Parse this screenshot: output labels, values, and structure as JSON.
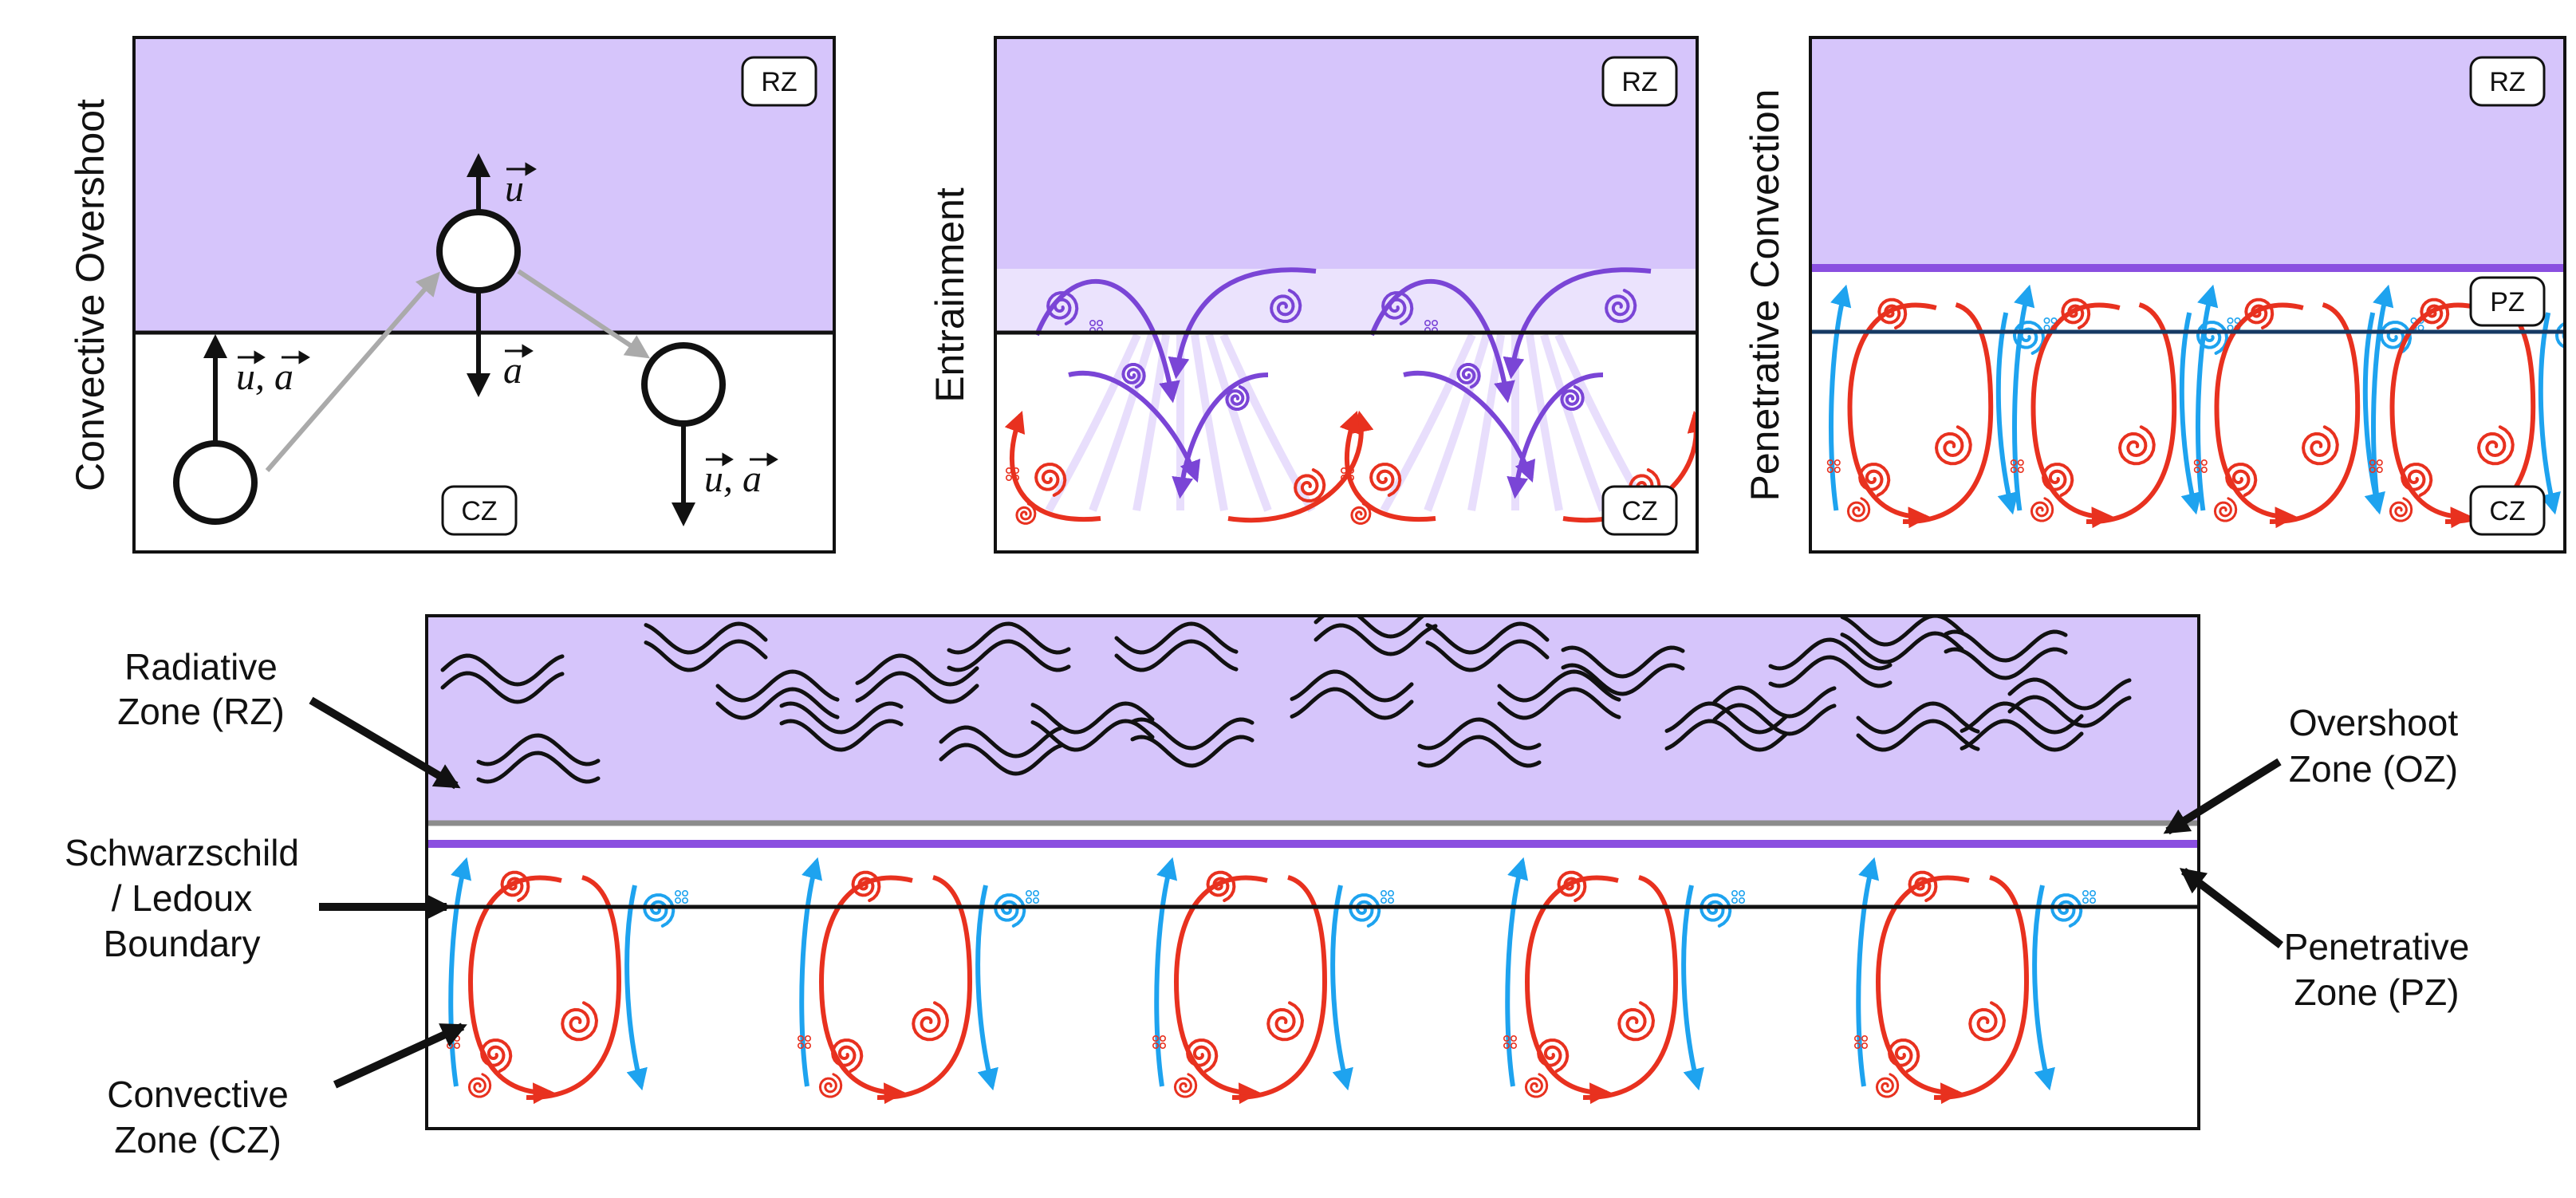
{
  "panels": {
    "overshoot": {
      "title": "Convective Overshoot",
      "rz": "RZ",
      "cz": "CZ",
      "vel_up": "u",
      "acc_down": "a",
      "vec_pair_left": "u, a",
      "vec_pair_right": "u, a"
    },
    "entrainment": {
      "title": "Entrainment",
      "rz": "RZ",
      "cz": "CZ"
    },
    "penetrative": {
      "title": "Penetrative Convection",
      "rz": "RZ",
      "pz": "PZ",
      "cz": "CZ"
    }
  },
  "bottom": {
    "labels": {
      "rz_line1": "Radiative",
      "rz_line2": "Zone (RZ)",
      "sl_line1": "Schwarzschild",
      "sl_line2": "/ Ledoux",
      "sl_line3": "Boundary",
      "cz_line1": "Convective",
      "cz_line2": "Zone (CZ)",
      "oz_line1": "Overshoot",
      "oz_line2": "Zone (OZ)",
      "pz_line1": "Penetrative",
      "pz_line2": "Zone (PZ)"
    }
  },
  "colors": {
    "radiative": "#d6c5fb",
    "entrain_light": "#ebe3fd",
    "penetrative_line": "#8a4fe0",
    "upflow": "#e8311f",
    "downflow": "#1ea3ef",
    "entrain_flow": "#7a45d6",
    "boundary": "#111111",
    "overshoot_line": "#8c8c8c"
  }
}
